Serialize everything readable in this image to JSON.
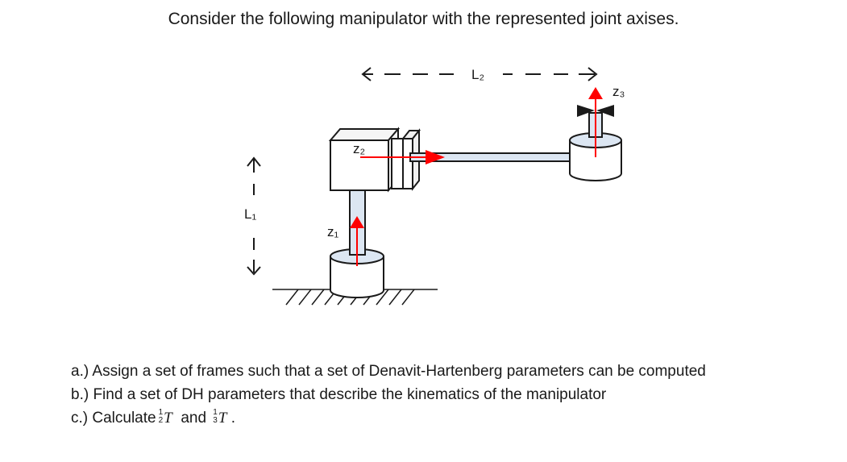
{
  "title": "Consider the following manipulator with the represented joint axises.",
  "labels": {
    "L1": "L₁",
    "L2": "L₂",
    "z1": "z₁",
    "z2": "z₂",
    "z3": "z₃"
  },
  "questions": {
    "a": "a.) Assign a set of frames such that a set of Denavit-Hartenberg parameters can be computed",
    "b": "b.) Find a set of DH parameters that describe the kinematics of the manipulator",
    "c_prefix": "c.) Calculate",
    "c_mid": "and",
    "c_suffix": ".",
    "T": "T",
    "frac1_num": "1",
    "frac1_den": "2",
    "frac2_num": "1",
    "frac2_den": "3"
  },
  "colors": {
    "axis_arrow": "#ff0000",
    "link_fill": "#dce6f2",
    "outline": "#1a1a1a"
  }
}
